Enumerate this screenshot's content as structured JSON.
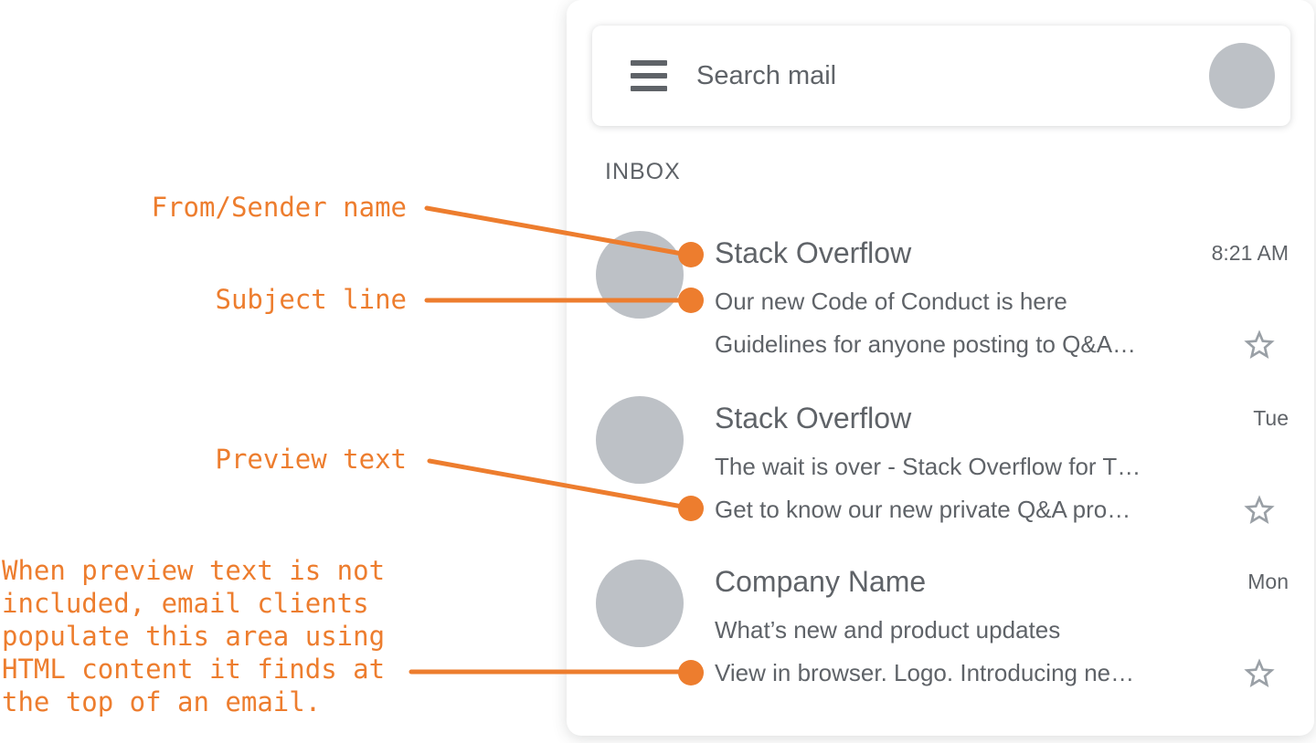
{
  "colors": {
    "accent_orange": "#ED7D2E",
    "text_gray": "#5F6368",
    "avatar_gray": "#BDC1C6",
    "star_gray": "#9AA0A6",
    "card_bg": "#FFFFFF"
  },
  "annotations": {
    "from_sender_label": "From/Sender name",
    "subject_label": "Subject line",
    "preview_label": "Preview text",
    "paragraph": {
      "lines": [
        "When preview text is not",
        "included, email clients",
        "populate this area using",
        "HTML content it finds at",
        "the top of an email."
      ]
    }
  },
  "client": {
    "search": {
      "placeholder": "Search mail",
      "menu_icon": "hamburger-icon",
      "avatar_icon": "profile-avatar-circle"
    },
    "section_label": "INBOX",
    "emails": [
      {
        "sender": "Stack Overflow",
        "time": "8:21 AM",
        "subject": "Our new Code of Conduct is here",
        "preview": "Guidelines for anyone posting to Q&A…",
        "star_icon": "star-outline"
      },
      {
        "sender": "Stack Overflow",
        "time": "Tue",
        "subject": "The wait is over - Stack Overflow for T…",
        "preview": "Get to know our new private Q&A pro…",
        "star_icon": "star-outline"
      },
      {
        "sender": "Company Name",
        "time": "Mon",
        "subject": "What’s new and product updates",
        "preview": "View in browser. Logo. Introducing ne…",
        "star_icon": "star-outline"
      }
    ]
  }
}
